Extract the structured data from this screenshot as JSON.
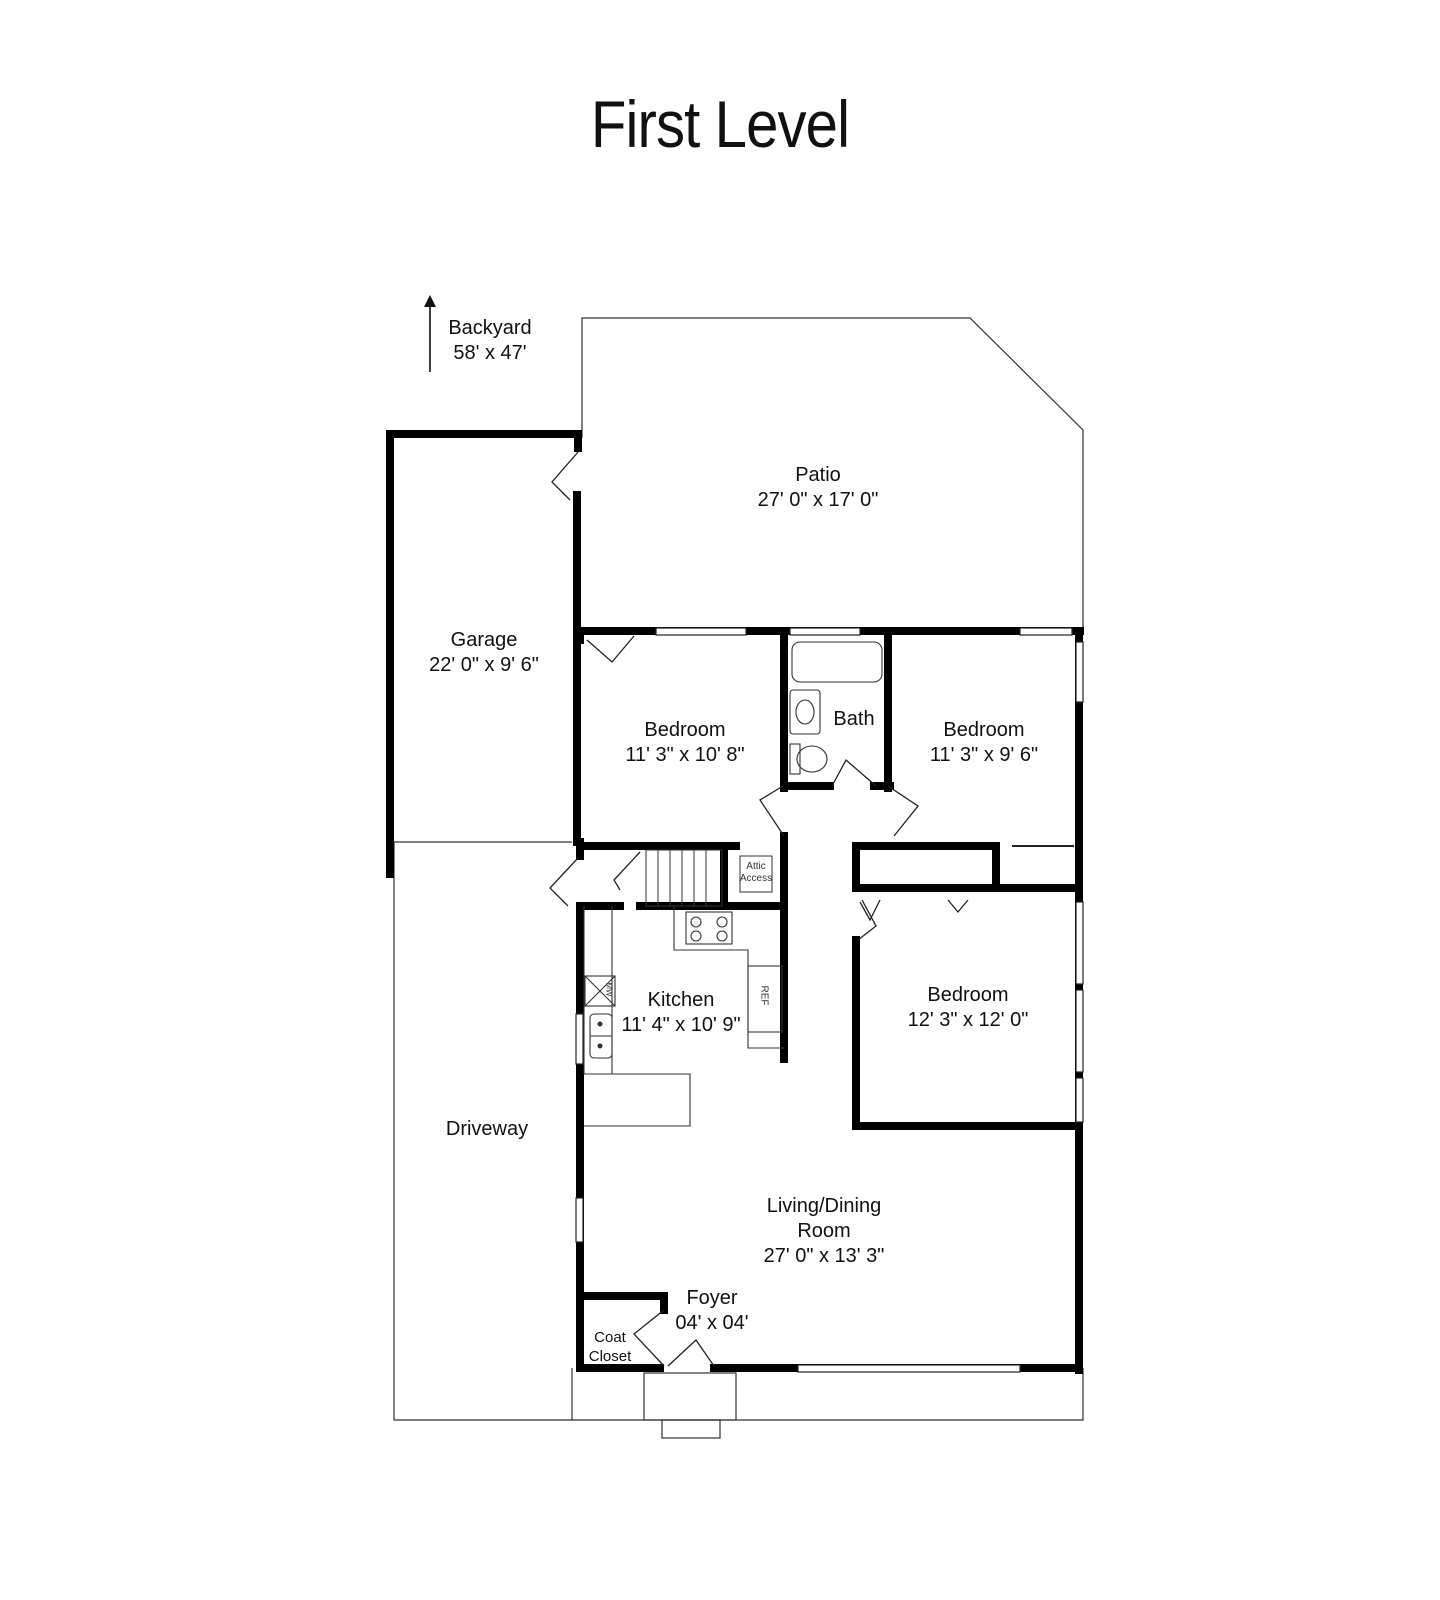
{
  "title": "First Level",
  "rooms": {
    "backyard": {
      "name": "Backyard",
      "dims": "58' x 47'"
    },
    "patio": {
      "name": "Patio",
      "dims": "27' 0\" x 17' 0\""
    },
    "garage": {
      "name": "Garage",
      "dims": "22' 0\" x 9' 6\""
    },
    "bedroom_a": {
      "name": "Bedroom",
      "dims": "11' 3\" x 10' 8\""
    },
    "bath": {
      "name": "Bath"
    },
    "bedroom_b": {
      "name": "Bedroom",
      "dims": "11' 3\" x 9' 6\""
    },
    "kitchen": {
      "name": "Kitchen",
      "dims": "11' 4\" x 10' 9\""
    },
    "bedroom_c": {
      "name": "Bedroom",
      "dims": "12' 3\" x 12' 0\""
    },
    "driveway": {
      "name": "Driveway"
    },
    "living": {
      "name_line1": "Living/Dining",
      "name_line2": "Room",
      "dims": "27' 0\" x 13' 3\""
    },
    "foyer": {
      "name": "Foyer",
      "dims": "04' x 04'"
    },
    "coat_closet": {
      "name_line1": "Coat",
      "name_line2": "Closet"
    }
  },
  "fixtures": {
    "attic_line1": "Attic",
    "attic_line2": "Access",
    "refrigerator": "REF",
    "microwave": "MW"
  }
}
